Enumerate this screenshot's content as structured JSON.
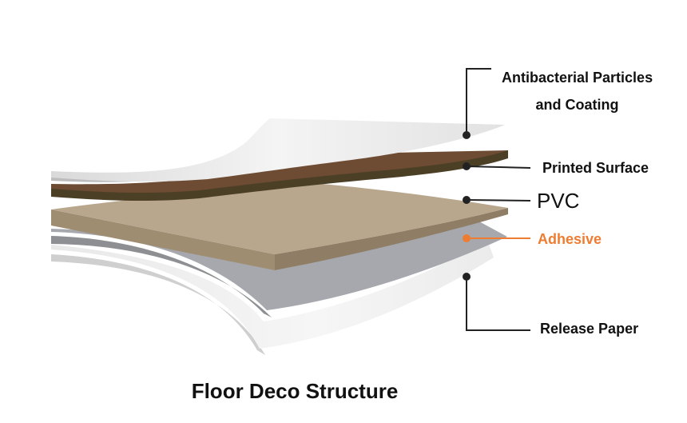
{
  "title": "Floor Deco Structure",
  "layers": {
    "antibacterial": {
      "line1": "Antibacterial Particles",
      "line2": "and Coating"
    },
    "printed": {
      "label": "Printed Surface"
    },
    "pvc": {
      "label": "PVC"
    },
    "adhesive": {
      "label": "Adhesive"
    },
    "release": {
      "label": "Release Paper"
    }
  },
  "colors": {
    "coating": "#e6e6e6",
    "printed_top": "#6b4a33",
    "printed_side": "#4a3f25",
    "pvc_top": "#b5a38a",
    "pvc_side": "#9c8a70",
    "adhesive_top": "#a4a6ab",
    "adhesive_side": "#8d8f93",
    "release": "#eeeeee",
    "adhesive_label": "#ee7d31",
    "leader": "#222222"
  }
}
